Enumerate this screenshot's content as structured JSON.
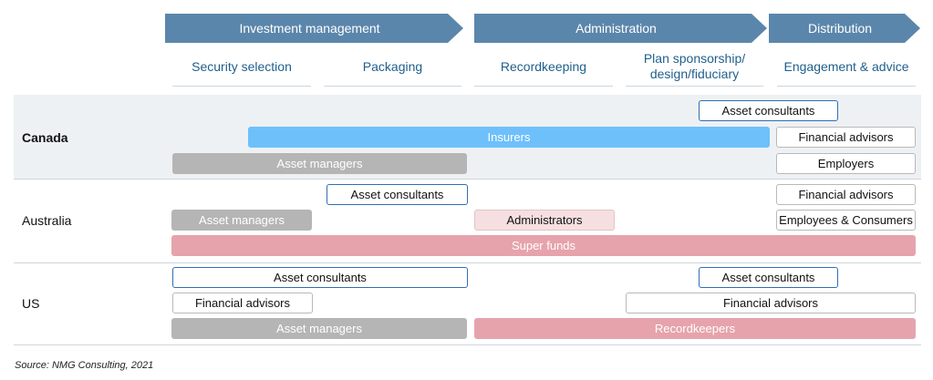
{
  "header": {
    "stages": [
      "Investment management",
      "Administration",
      "Distribution"
    ],
    "activities": [
      "Security selection",
      "Packaging",
      "Recordkeeping",
      "Plan sponsorship/\ndesign/fiduciary",
      "Engagement & advice"
    ]
  },
  "rows": [
    {
      "country": "Canada",
      "boxes": [
        "Asset consultants",
        "Insurers",
        "Financial advisors",
        "Asset managers",
        "Employers"
      ]
    },
    {
      "country": "Australia",
      "boxes": [
        "Asset consultants",
        "Financial advisors",
        "Asset managers",
        "Administrators",
        "Employees & Consumers",
        "Super funds"
      ]
    },
    {
      "country": "US",
      "boxes": [
        "Asset consultants",
        "Asset consultants",
        "Financial advisors",
        "Financial advisors",
        "Asset managers",
        "Recordkeepers"
      ]
    }
  ],
  "source": "Source: NMG Consulting, 2021",
  "colors": {
    "arrow": "#5b86ab",
    "activity_text": "#1f5f8b",
    "insurers": "#6ec0fb",
    "asset_managers": "#b5b5b5",
    "super_funds": "#e6a3ab",
    "administrators": "#f6dfe1",
    "consultant_border": "#2f6fb3"
  }
}
